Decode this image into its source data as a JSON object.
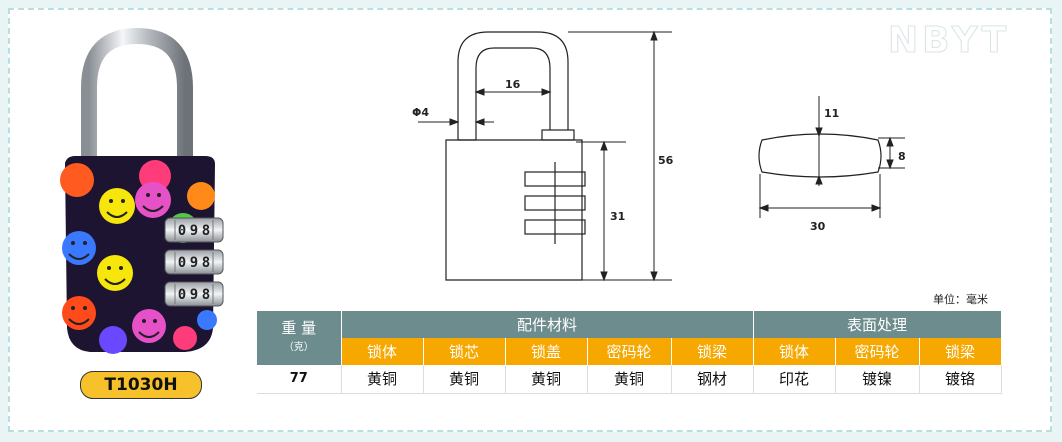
{
  "watermark": "NBYT",
  "model": "T1030H",
  "unit_note": "单位：毫米",
  "dimensions": {
    "shackle_diameter": "Φ4",
    "shackle_inner_width": "16",
    "total_height": "56",
    "body_height": "31",
    "top_thickness": "11",
    "side_thickness": "8",
    "body_width": "30"
  },
  "table": {
    "weight_header": "重 量",
    "weight_unit": "（克）",
    "group_parts": "配件材料",
    "group_surface": "表面处理",
    "parts_columns": [
      "锁体",
      "锁芯",
      "锁盖",
      "密码轮",
      "锁梁"
    ],
    "surface_columns": [
      "锁体",
      "密码轮",
      "锁梁"
    ],
    "weight": "77",
    "parts_values": [
      "黄铜",
      "黄铜",
      "黄铜",
      "黄铜",
      "钢材"
    ],
    "surface_values": [
      "印花",
      "镀镍",
      "镀铬"
    ]
  },
  "dials": [
    "0",
    "9",
    "8"
  ],
  "colors": {
    "header": "#6d8c8d",
    "subheader": "#f7a800",
    "badge": "#f6c12b"
  }
}
